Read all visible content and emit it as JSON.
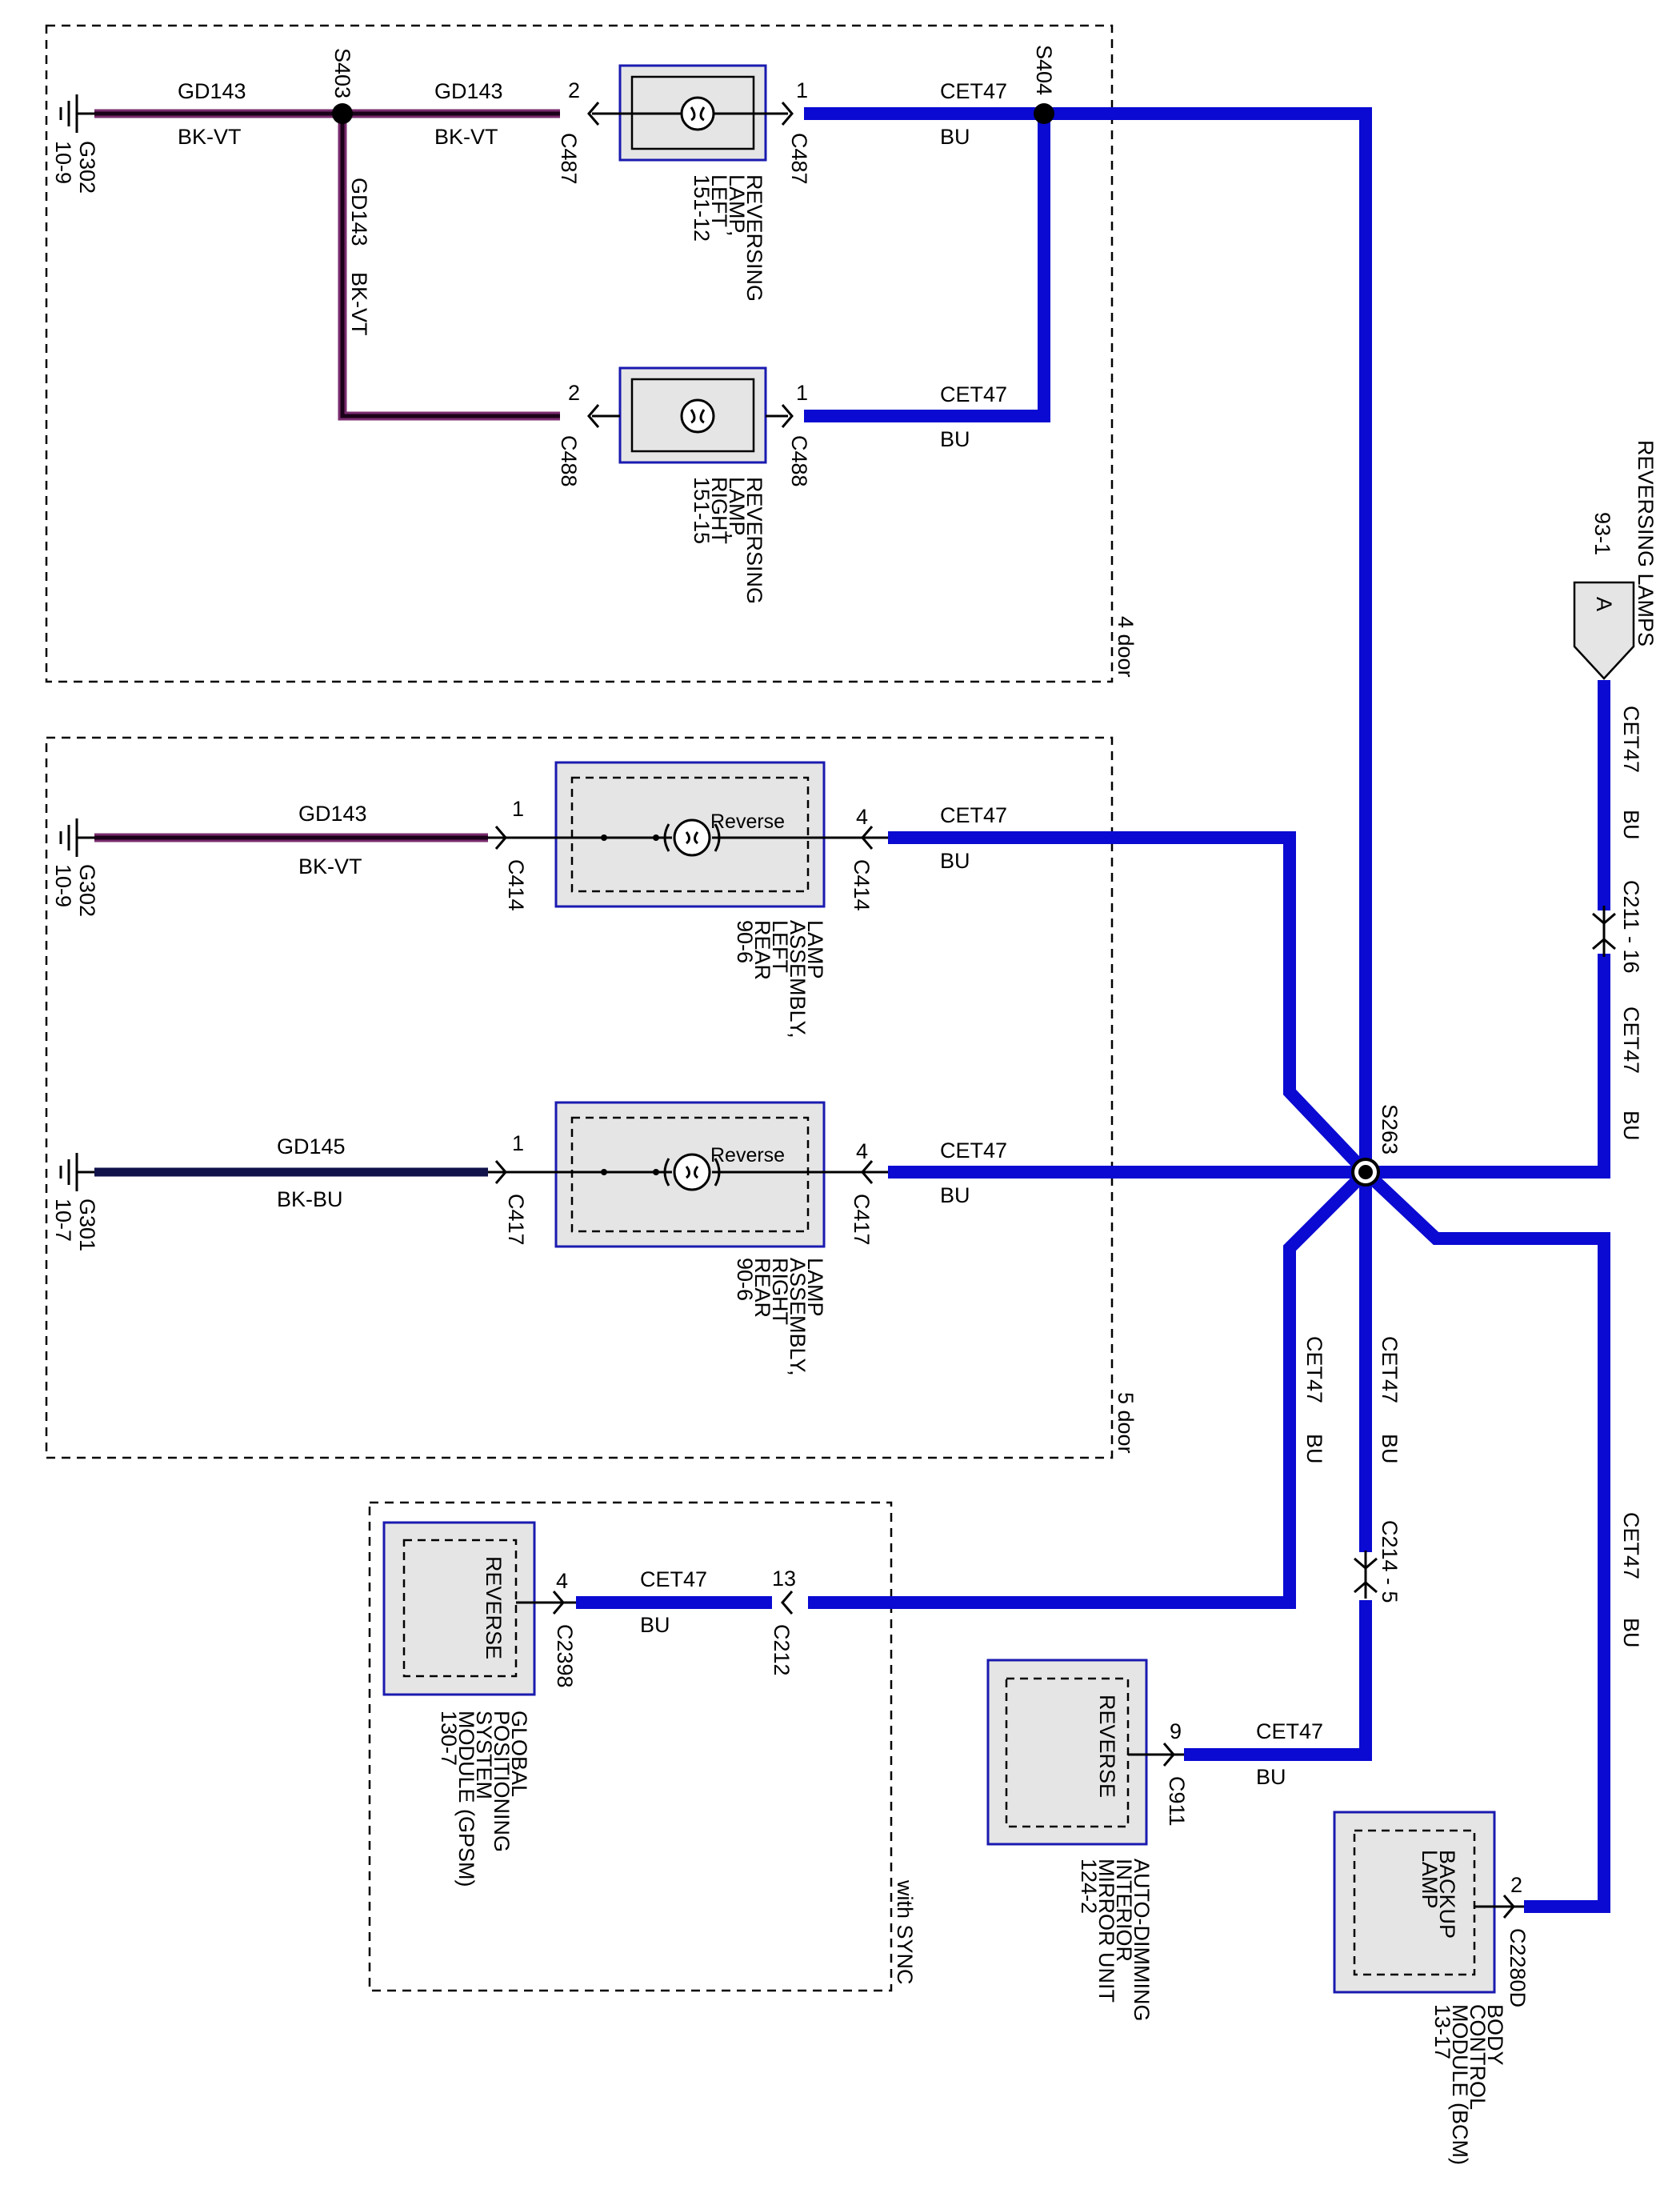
{
  "colors": {
    "wire_blue": "#0a0ad2",
    "wire_black_violet": "#7a2c6e",
    "wire_black_blue": "#12124a",
    "component_fill": "#e5e5e5",
    "component_border": "#1a1ab0"
  },
  "zones": {
    "four_door": "4 door",
    "five_door": "5 door",
    "with_sync": "with SYNC"
  },
  "grounds": {
    "g302_top": {
      "id": "G302",
      "ref": "10-9"
    },
    "g302_mid": {
      "id": "G302",
      "ref": "10-9"
    },
    "g301": {
      "id": "G301",
      "ref": "10-7"
    }
  },
  "splices": {
    "s403": "S403",
    "s404": "S404",
    "s263": "S263"
  },
  "wires": {
    "gd143": "GD143",
    "gd145": "GD145",
    "bkvt": "BK-VT",
    "bkbu": "BK-BU",
    "cet47": "CET47",
    "bu": "BU"
  },
  "connectors": {
    "c487": "C487",
    "c488": "C488",
    "c414": "C414",
    "c417": "C417",
    "c2398": "C2398",
    "c212": "C212",
    "c911": "C911",
    "c214": "C214 - 5",
    "c211": "C211 - 16",
    "c2280d": "C2280D"
  },
  "pins": {
    "p1": "1",
    "p2": "2",
    "p4": "4",
    "p9": "9",
    "p13": "13"
  },
  "components": {
    "rev_lamp_left": [
      "REVERSING",
      "LAMP,",
      "LEFT",
      "151-12"
    ],
    "rev_lamp_right": [
      "REVERSING",
      "LAMP,",
      "RIGHT",
      "151-15"
    ],
    "lamp_asm_left": [
      "LAMP",
      "ASSEMBLY,",
      "LEFT",
      "REAR",
      "90-6"
    ],
    "lamp_asm_right": [
      "LAMP",
      "ASSEMBLY,",
      "RIGHT",
      "REAR",
      "90-6"
    ],
    "reverse_label": "Reverse",
    "gpsm": [
      "GLOBAL",
      "POSITIONING",
      "SYSTEM",
      "MODULE (GPSM)",
      "130-7"
    ],
    "gpsm_inner": "REVERSE",
    "mirror": [
      "AUTO-DIMMING",
      "INTERIOR",
      "MIRROR UNIT",
      "124-2"
    ],
    "mirror_inner": "REVERSE",
    "bcm": [
      "BODY",
      "CONTROL",
      "MODULE (BCM)",
      "13-17"
    ],
    "bcm_inner": [
      "BACKUP",
      "LAMP"
    ]
  },
  "reference": {
    "title": "REVERSING LAMPS",
    "page": "93-1",
    "letter": "A"
  }
}
